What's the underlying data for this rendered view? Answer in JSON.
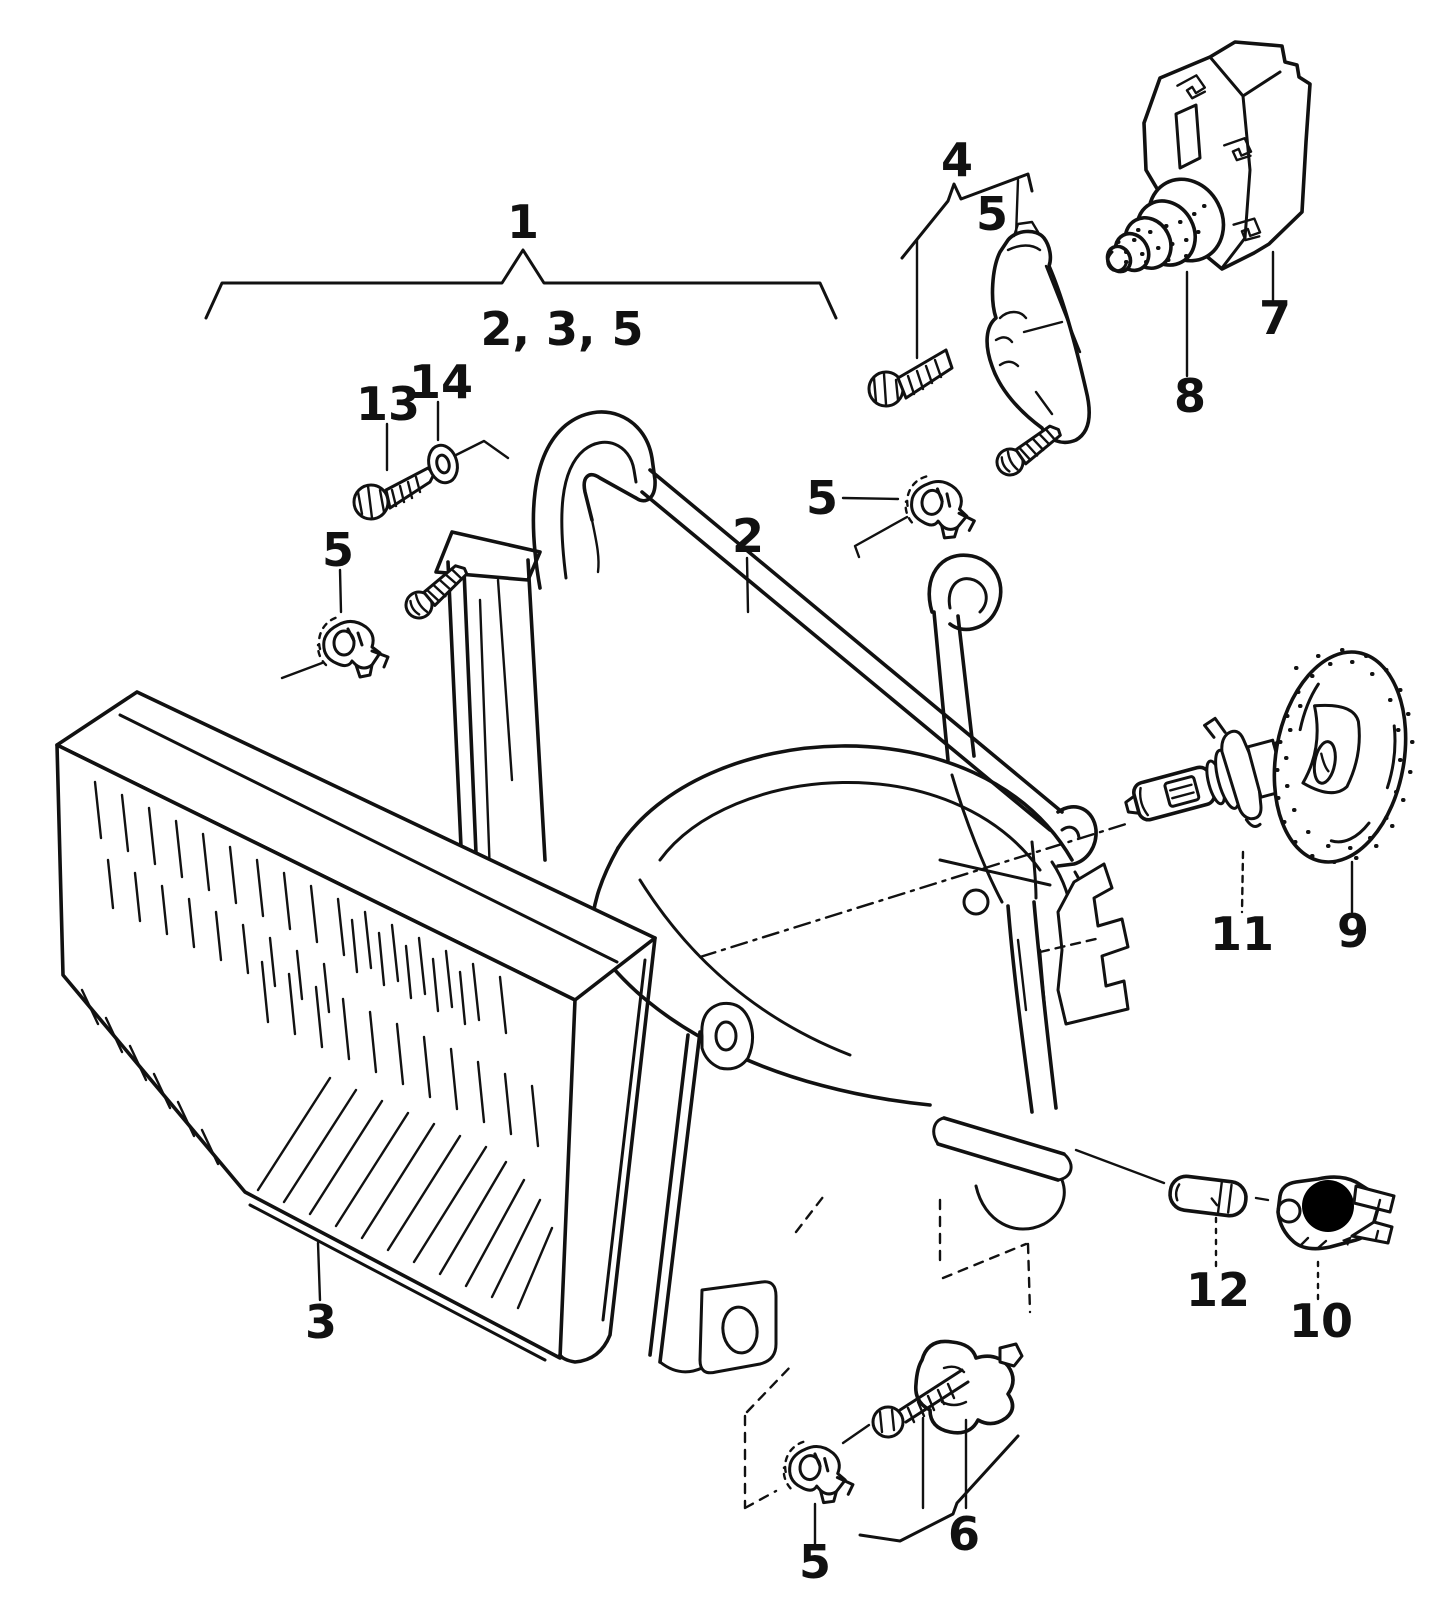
{
  "diagram": {
    "ink_color": "#111111",
    "paper_color": "#ffffff",
    "filled_marker_color": "#000000",
    "callouts": {
      "c1": "1",
      "c_group": "2, 3, 5",
      "c2": "2",
      "c3": "3",
      "c4": "4",
      "c5_left": "5",
      "c5_top": "5",
      "c5_mid": "5",
      "c5_bottom": "5",
      "c6": "6",
      "c7": "7",
      "c8": "8",
      "c9": "9",
      "c10": "10",
      "c11": "11",
      "c12": "12",
      "c13": "13",
      "c14": "14"
    }
  }
}
